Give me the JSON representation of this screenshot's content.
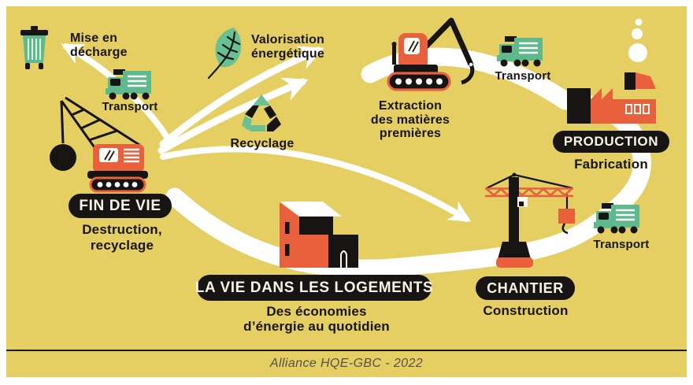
{
  "colors": {
    "background": "#e5ce62",
    "frame": "#ffffff",
    "orange": "#e9603d",
    "green": "#5eba8c",
    "leaf_green": "#69c093",
    "black": "#171513",
    "pill_bg": "#171513",
    "pill_text": "#f8f3e6",
    "arrow_white": "#ffffff",
    "footer_text": "#55514a"
  },
  "labels": {
    "transport": "Transport",
    "mise_en_decharge": {
      "line1": "Mise en",
      "line2": "décharge"
    },
    "valorisation": {
      "line1": "Valorisation",
      "line2": "énergétique"
    },
    "recyclage": "Recyclage",
    "extraction": {
      "line1": "Extraction",
      "line2": "des matières",
      "line3": "premières"
    }
  },
  "nodes": {
    "fin_de_vie": {
      "pill": "FIN DE VIE",
      "sub_line1": "Destruction,",
      "sub_line2": "recyclage"
    },
    "production": {
      "pill": "PRODUCTION",
      "sub": "Fabrication"
    },
    "logements": {
      "pill": "LA VIE DANS LES LOGEMENTS",
      "sub_line1": "Des économies",
      "sub_line2": "d’énergie au quotidien"
    },
    "chantier": {
      "pill": "CHANTIER",
      "sub": "Construction"
    }
  },
  "icons": {
    "trash_bin": "trash-bin-icon",
    "wrecking_crane": "wrecking-crane-icon",
    "leaf": "leaf-icon",
    "recycle": "recycle-icon",
    "excavator": "excavator-icon",
    "factory": "factory-icon",
    "house": "house-icon",
    "tower_crane": "tower-crane-icon",
    "truck": "truck-icon"
  },
  "footer": {
    "credit": "Alliance HQE-GBC - 2022"
  }
}
